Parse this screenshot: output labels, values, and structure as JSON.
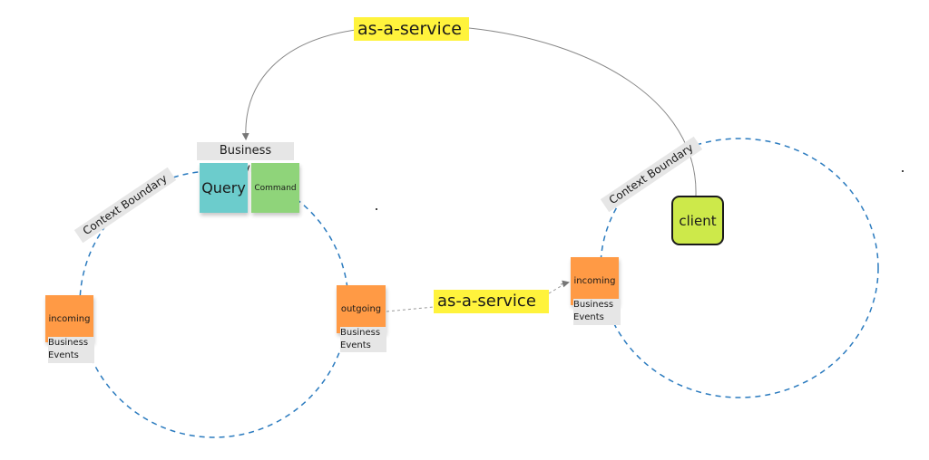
{
  "diagram": {
    "top_service_label": "as-a-service",
    "middle_service_label": "as-a-service",
    "business_service_label": "Business Service",
    "query_note": "Query",
    "command_note": "Command",
    "left_context": {
      "boundary_label": "Context Boundary",
      "incoming_note": "incoming",
      "incoming_events_line1": "Business",
      "incoming_events_line2": "Events",
      "outgoing_note": "outgoing",
      "outgoing_events_line1": "Business",
      "outgoing_events_line2": "Events"
    },
    "right_context": {
      "boundary_label": "Context Boundary",
      "incoming_note": "incoming",
      "incoming_events_line1": "Business",
      "incoming_events_line2": "Events",
      "client_label": "client"
    },
    "colors": {
      "boundary_dash": "#2b7bbf",
      "query": "#6ccccc",
      "command": "#8fd47a",
      "orange": "#ff9a45",
      "client": "#cde94a",
      "highlight": "#fff33c"
    }
  }
}
